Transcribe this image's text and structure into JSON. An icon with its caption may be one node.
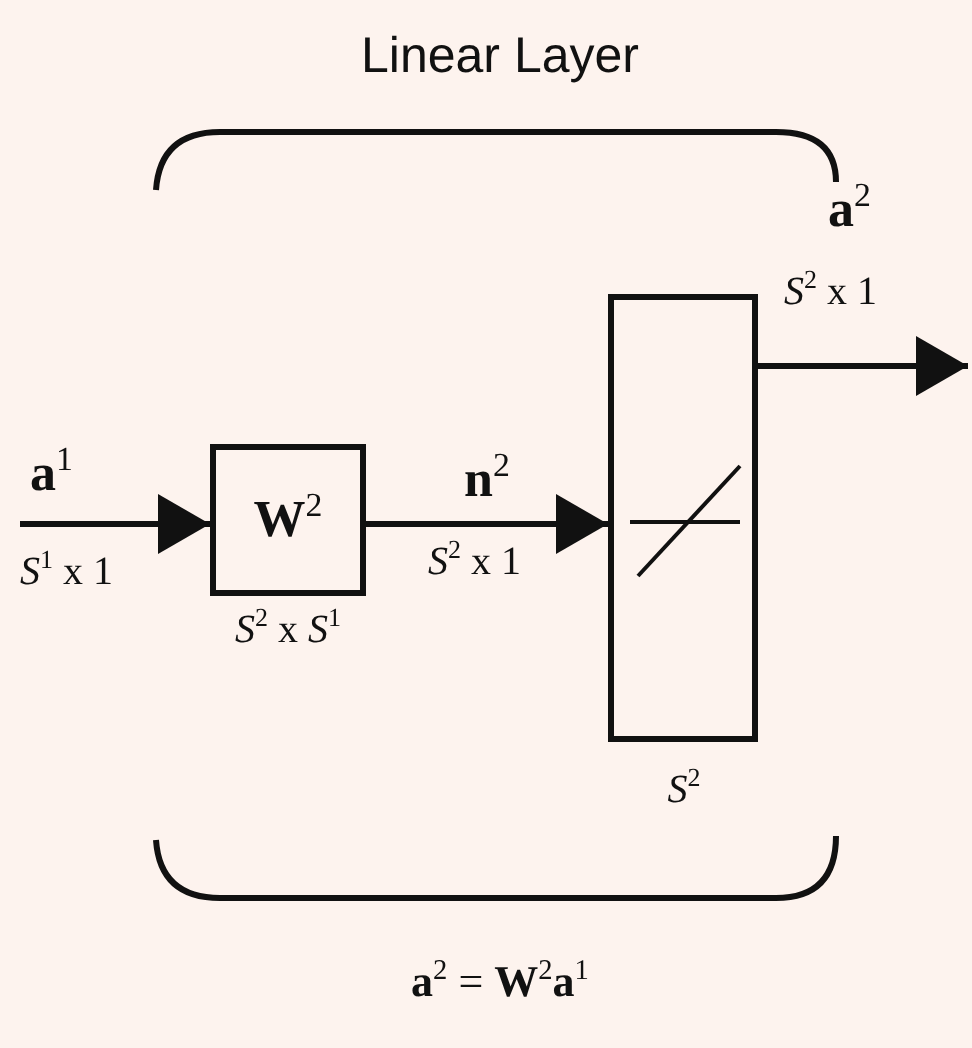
{
  "diagram": {
    "title": "Linear Layer",
    "caption": "**a**$^{2}$ = **W**$^{2}$**a**$^{1}$",
    "nodes": [
      {
        "text": [
          "**W**$^{2}$"
        ],
        "beside": [
          "*S*$^{2}$ x *S*$^{1}$"
        ]
      },
      {
        "text": [],
        "shape": "box",
        "beside": [
          "*S*$^{2}$"
        ]
      }
    ],
    "edges": [
      {
        "from": null,
        "to": 0,
        "arrow": "to",
        "label": "**a**$^{1}$"
      },
      {
        "from": 0,
        "to": 1,
        "arrow": "to",
        "label": "**n**$^{2}$"
      },
      {
        "from": 1,
        "to": null,
        "arrow": "to",
        "label": "**a**$^{2}$"
      }
    ],
    "labels": [
      "*S*$^{1}$ x 1",
      "*S*$^{2}$ x 1",
      "*S*$^{2}$ x 1"
    ]
  }
}
